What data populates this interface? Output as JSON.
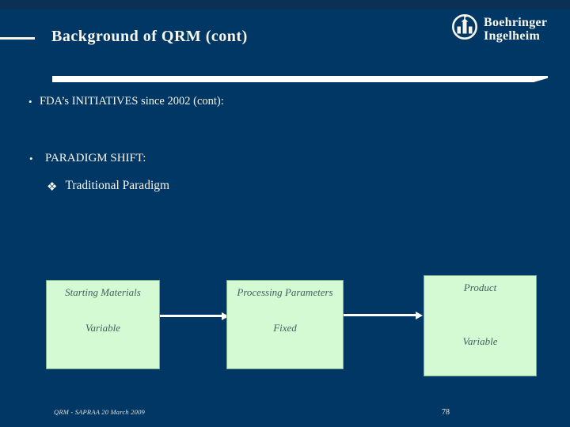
{
  "slide": {
    "title": "Background of QRM (cont)",
    "footer": "QRM - SAPRAA 20 March 2009",
    "page_number": "78"
  },
  "logo": {
    "name": "Boehringer Ingelheim",
    "icon": "boehringer-ingelheim-emblem",
    "line1": "Boehringer",
    "line2": "Ingelheim"
  },
  "bullets": [
    {
      "marker": "•",
      "text": "FDA’s INITIATIVES since 2002 (cont):"
    },
    {
      "marker": "•",
      "text": "PARADIGM SHIFT:"
    }
  ],
  "sub_bullets": [
    {
      "marker": "❖",
      "text": "Traditional Paradigm"
    }
  ],
  "diagram": {
    "type": "flow",
    "boxes": [
      {
        "title": "Starting Materials",
        "status": "Variable"
      },
      {
        "title": "Processing Parameters",
        "status": "Fixed"
      },
      {
        "title": "Product",
        "status": "Variable"
      }
    ],
    "arrows": [
      {
        "from": "Starting Materials",
        "to": "Processing Parameters"
      },
      {
        "from": "Processing Parameters",
        "to": "Product"
      }
    ]
  },
  "colors": {
    "background": "#003764",
    "accent_bar": "#ffffff",
    "box_fill": "#d4fad4",
    "box_border": "#7fae8e",
    "box_text": "#42605c",
    "text": "#f8f6ec"
  }
}
